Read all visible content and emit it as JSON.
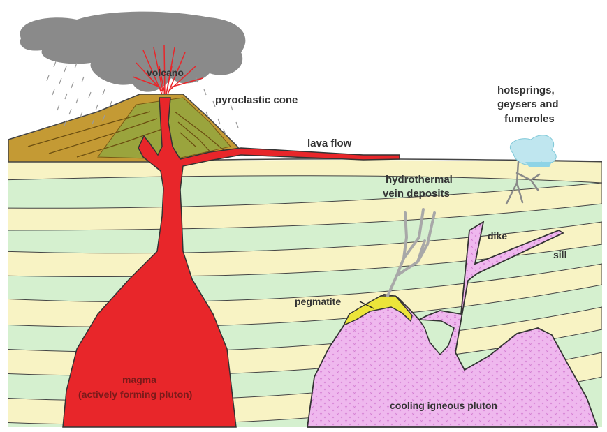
{
  "labels": {
    "volcano": "volcano",
    "pyroclastic_cone": "pyroclastic cone",
    "lava_flow": "lava flow",
    "hotsprings_line1": "hotsprings,",
    "hotsprings_line2": "geysers and",
    "hotsprings_line3": "fumeroles",
    "hydrothermal_line1": "hydrothermal",
    "hydrothermal_line2": "vein deposits",
    "dike": "dike",
    "sill": "sill",
    "pegmatite": "pegmatite",
    "magma_line1": "magma",
    "magma_line2": "(actively forming pluton)",
    "cooling_pluton": "cooling igneous pluton"
  },
  "colors": {
    "strata_cream": "#f8f3c4",
    "strata_green": "#d5f0cf",
    "magma_red": "#e8262a",
    "pluton_pink": "#efb8ee",
    "pegmatite_yellow": "#ece43a",
    "cone_brown": "#c49a34",
    "cone_olive": "#93a63f",
    "ash_cloud": "#8a8a8a",
    "hydrothermal_gray": "#a8a8a8",
    "steam_blue": "#bfe6ef",
    "outline": "#222222"
  }
}
